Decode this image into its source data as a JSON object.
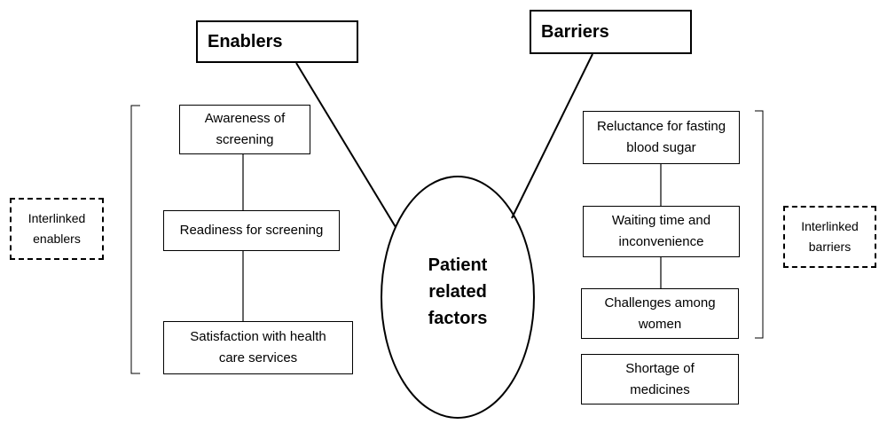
{
  "center": {
    "label": "Patient\nrelated\nfactors"
  },
  "enablers": {
    "title": "Enablers",
    "group_label": "Interlinked\nenablers",
    "items": [
      "Awareness of\nscreening",
      "Readiness for screening",
      "Satisfaction with health\ncare services"
    ]
  },
  "barriers": {
    "title": "Barriers",
    "group_label": "Interlinked\nbarriers",
    "items": [
      "Reluctance for fasting\nblood sugar",
      "Waiting time and\ninconvenience",
      "Challenges among\nwomen",
      "Shortage of\nmedicines"
    ]
  },
  "colors": {
    "stroke": "#000000",
    "background": "#ffffff"
  }
}
